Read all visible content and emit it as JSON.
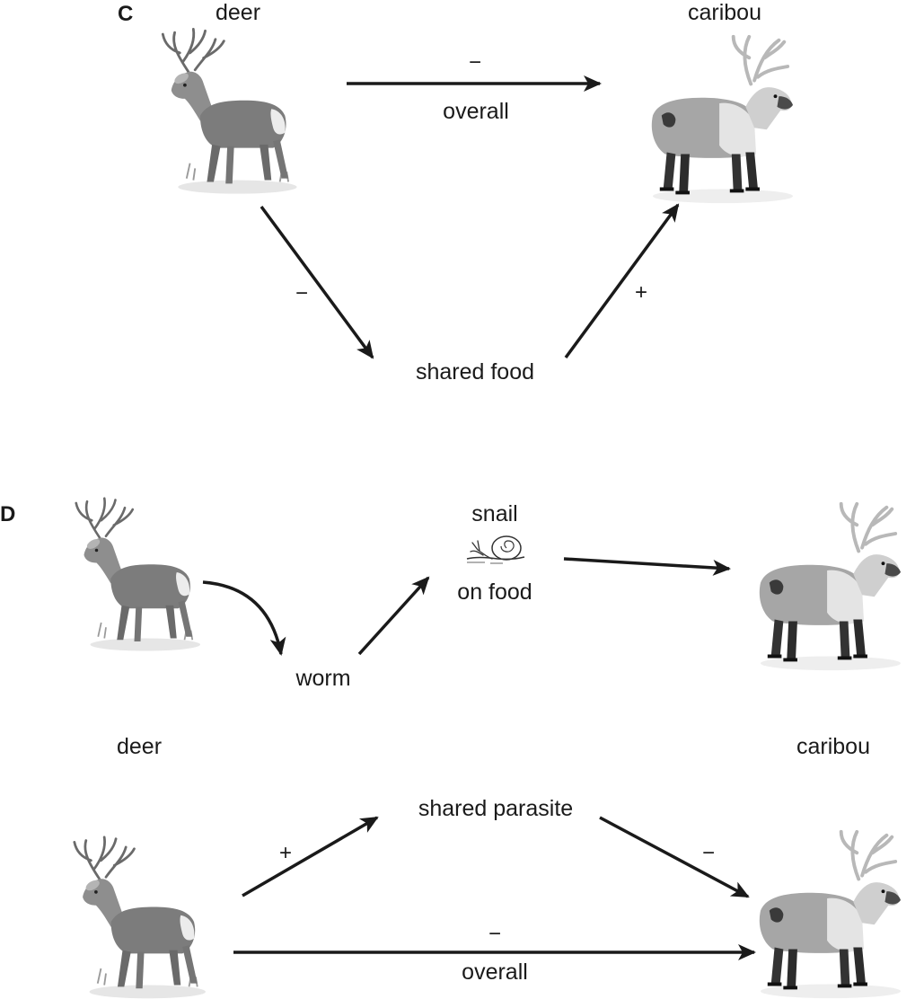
{
  "panel_c": {
    "letter": "C",
    "deer_label": "deer",
    "caribou_label": "caribou",
    "overall_sign": "−",
    "overall_label": "overall",
    "deer_to_food_sign": "−",
    "food_to_caribou_sign": "+",
    "shared_food_label": "shared food"
  },
  "panel_d": {
    "letter": "D",
    "snail_label": "snail",
    "on_food_label": "on food",
    "worm_label": "worm",
    "deer_label": "deer",
    "caribou_label": "caribou",
    "shared_parasite_label": "shared parasite",
    "deer_to_parasite_sign": "+",
    "parasite_to_caribou_sign": "−",
    "overall_sign": "−",
    "overall_label": "overall"
  },
  "icons": {
    "deer": "deer-icon",
    "caribou": "caribou-icon",
    "snail": "snail-icon"
  },
  "colors": {
    "ink": "#1a1a1a",
    "animal_mid": "#8a8a8a",
    "animal_dark": "#3a3a3a",
    "animal_light": "#d8d8d8"
  }
}
